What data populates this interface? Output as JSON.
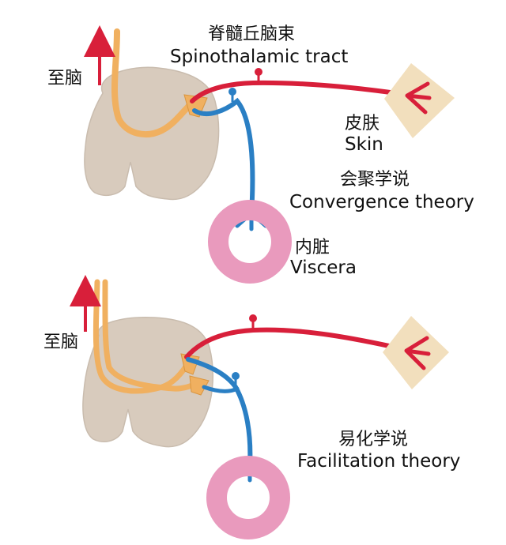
{
  "colors": {
    "cord": "#d8cbbd",
    "cord_edge": "#c9bcae",
    "tract": "#f0b060",
    "tract_edge": "#d9953f",
    "somatic": "#d81f3a",
    "visceral": "#2a7fc4",
    "skin": "#f2dfbd",
    "viscera_ring": "#e99abd",
    "viscera_edge": "#cf5f95"
  },
  "labels": {
    "spinothalamic_zh": "脊髓丘脑束",
    "spinothalamic_en": "Spinothalamic tract",
    "to_brain_1": "至脑",
    "to_brain_2": "至脑",
    "skin_zh": "皮肤",
    "skin_en": "Skin",
    "convergence_zh": "会聚学说",
    "convergence_en": "Convergence theory",
    "viscera_zh": "内脏",
    "viscera_en": "Viscera",
    "facilitation_zh": "易化学说",
    "facilitation_en": "Facilitation theory"
  },
  "icons": [
    "upward-arrow-icon",
    "spinal-cord-icon",
    "skin-patch-icon",
    "viscera-ring-icon"
  ]
}
